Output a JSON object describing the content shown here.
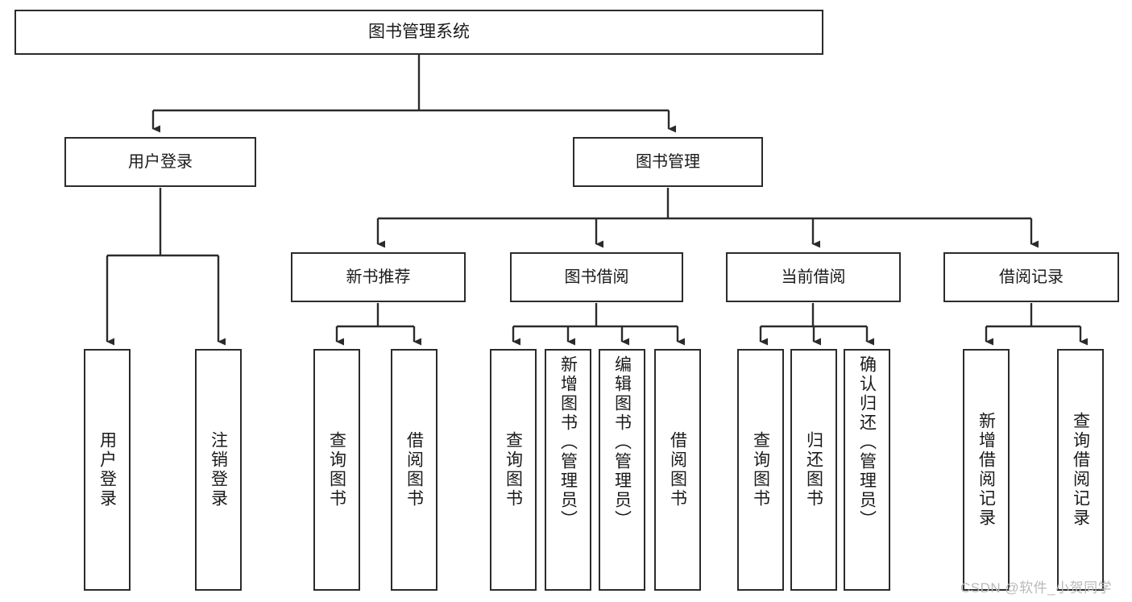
{
  "diagram": {
    "title": "图书管理系统",
    "type": "hierarchy-tree",
    "orientation": "top-down",
    "levels": 4,
    "colors": {
      "box_border": "#2b2b2b",
      "box_fill": "#ffffff",
      "connector": "#2b2b2b",
      "text": "#1a1a1a",
      "watermark": "#b9b9b9",
      "background": "#ffffff"
    },
    "root": {
      "label": "图书管理系统"
    },
    "level2": [
      {
        "label": "用户登录"
      },
      {
        "label": "图书管理"
      }
    ],
    "level3": [
      {
        "label": "新书推荐"
      },
      {
        "label": "图书借阅"
      },
      {
        "label": "当前借阅"
      },
      {
        "label": "借阅记录"
      }
    ],
    "leaves": {
      "user_login": [
        {
          "label": "用户登录"
        },
        {
          "label": "注销登录"
        }
      ],
      "new_book_recommend": [
        {
          "label": "查询图书"
        },
        {
          "label": "借阅图书"
        }
      ],
      "book_borrow": [
        {
          "label": "查询图书"
        },
        {
          "label": "新增图书（管理员）"
        },
        {
          "label": "编辑图书（管理员）"
        },
        {
          "label": "借阅图书"
        }
      ],
      "current_borrow": [
        {
          "label": "查询图书"
        },
        {
          "label": "归还图书"
        },
        {
          "label": "确认归还（管理员）"
        }
      ],
      "borrow_records": [
        {
          "label": "新增借阅记录"
        },
        {
          "label": "查询借阅记录"
        }
      ]
    }
  },
  "watermark": {
    "text": "CSDN @软件_小贺同学"
  }
}
